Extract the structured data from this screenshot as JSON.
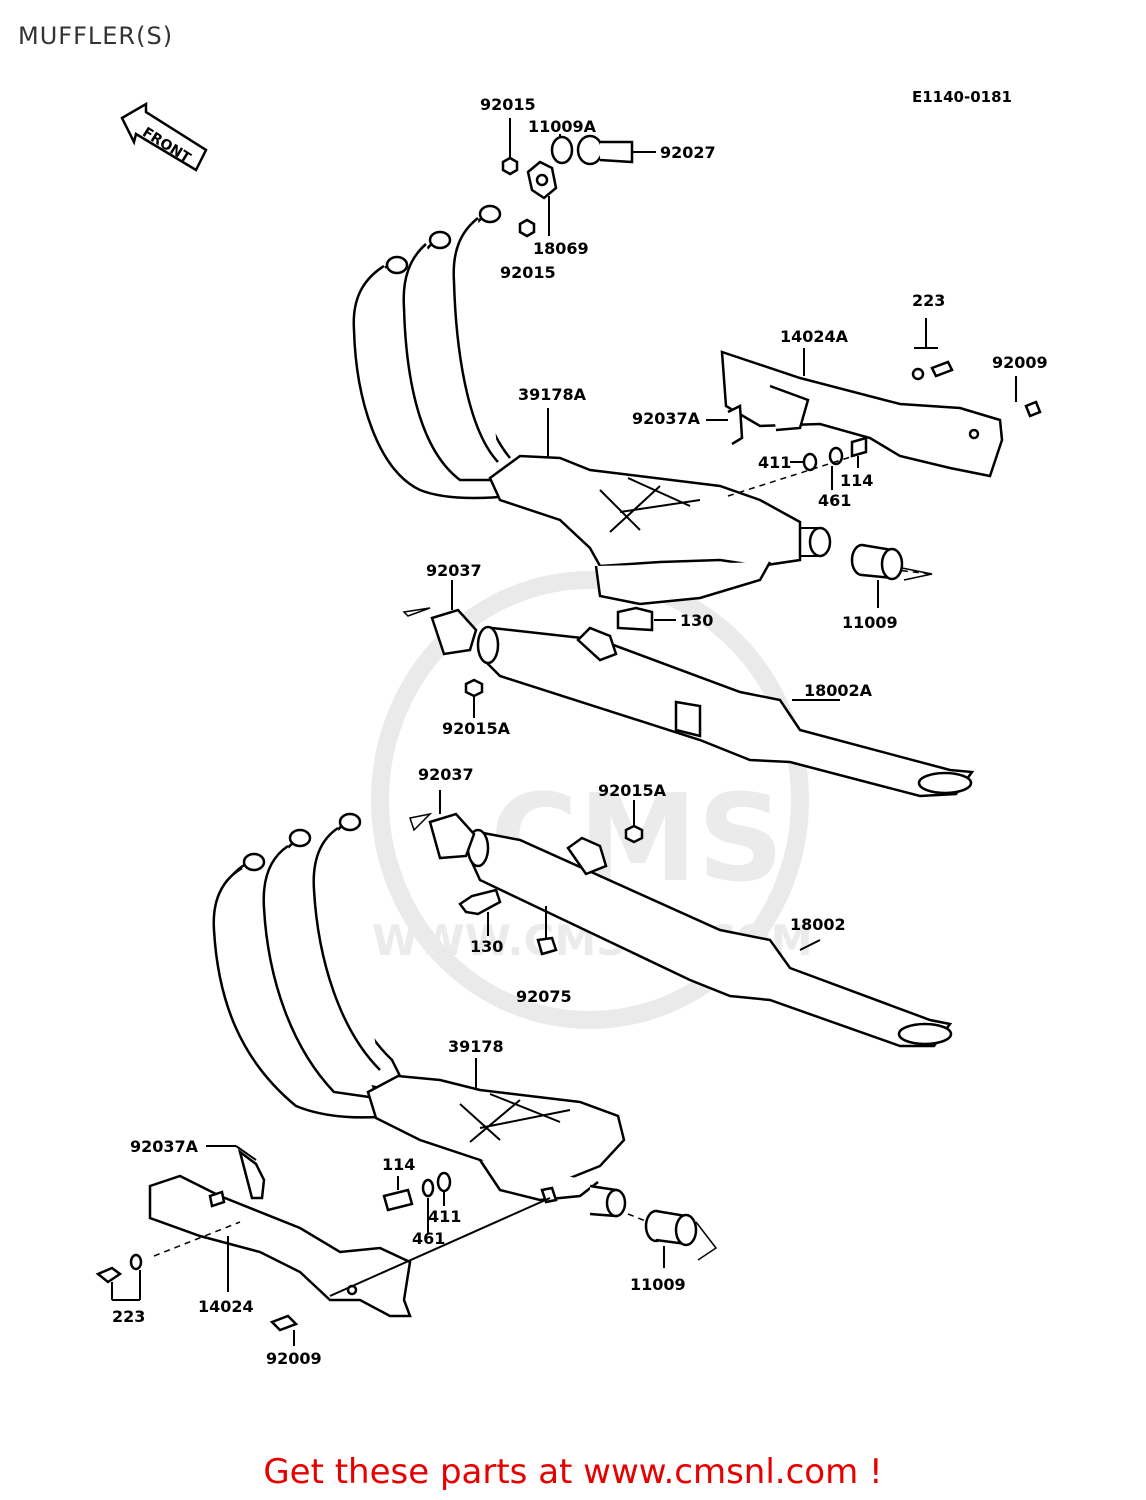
{
  "title": "MUFFLER(S)",
  "diagram_code": "E1140-0181",
  "front_arrow_label": "FRONT",
  "watermark": {
    "logo": "CMS",
    "url": "WWW.CMSNL.COM"
  },
  "footer": "Get these parts at www.cmsnl.com !",
  "colors": {
    "footer": "#e60000",
    "line": "#000000",
    "watermark": "#d9d9d9"
  },
  "labels": [
    "92015",
    "11009A",
    "92027",
    "18069",
    "92015",
    "223",
    "14024A",
    "92009",
    "39178A",
    "92037A",
    "411",
    "114",
    "461",
    "92037",
    "130",
    "11009",
    "18002A",
    "92015A",
    "92037",
    "92015A",
    "18002",
    "130",
    "92075",
    "39178",
    "92037A",
    "114",
    "411",
    "461",
    "11009",
    "223",
    "14024",
    "92009"
  ]
}
